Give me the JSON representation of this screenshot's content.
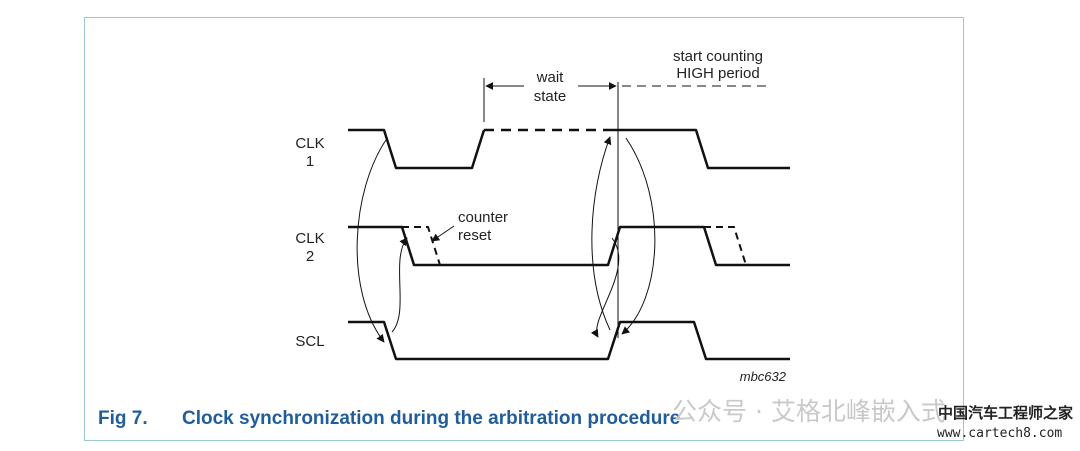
{
  "signals": [
    {
      "id": "clk1",
      "label_line1": "CLK",
      "label_line2": "1"
    },
    {
      "id": "clk2",
      "label_line1": "CLK",
      "label_line2": "2"
    },
    {
      "id": "scl",
      "label_line1": "SCL",
      "label_line2": ""
    }
  ],
  "annotations": {
    "wait_line1": "wait",
    "wait_line2": "state",
    "start_line1": "start counting",
    "start_line2": "HIGH period",
    "counter_line1": "counter",
    "counter_line2": "reset",
    "code": "mbc632"
  },
  "caption": {
    "number": "Fig 7.",
    "title": "Clock synchronization during the arbitration procedure"
  },
  "watermark": {
    "wechat": "公众号 · 艾格北峰嵌入式",
    "site_cn": "中国汽车工程师之家",
    "site_url": "www.cartech8.com"
  },
  "colors": {
    "frame": "#9cc9cf",
    "caption": "#1f5e9a",
    "line": "#111111"
  }
}
